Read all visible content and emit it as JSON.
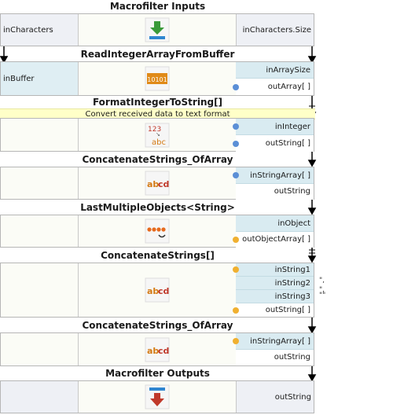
{
  "blocks": {
    "inputs": {
      "title": "Macrofilter Inputs",
      "left": "inCharacters",
      "right": "inCharacters.Size"
    },
    "read": {
      "title": "ReadIntegerArrayFromBuffer",
      "left": "inBuffer",
      "ports": [
        "inArraySize",
        "outArray[ ]"
      ]
    },
    "format": {
      "title": "FormatIntegerToString[]",
      "comment": "Convert received data to text format",
      "ports": [
        "inInteger",
        "outString[ ]"
      ]
    },
    "concat1": {
      "title": "ConcatenateStrings_OfArray",
      "ports": [
        "inStringArray[ ]",
        "outString"
      ]
    },
    "last": {
      "title": "LastMultipleObjects<String>",
      "ports": [
        "inObject",
        "outObjectArray[ ]"
      ]
    },
    "concat2": {
      "title": "ConcatenateStrings[]",
      "ports": [
        "inString1",
        "inString2",
        "inString3",
        "outString[ ]"
      ],
      "constants": [
        "\",",
        "\",",
        "\"\""
      ]
    },
    "concat3": {
      "title": "ConcatenateStrings_OfArray",
      "ports": [
        "inStringArray[ ]",
        "outString"
      ]
    },
    "outputs": {
      "title": "Macrofilter Outputs",
      "right": "outString"
    }
  },
  "colors": {
    "input_port": "#d9ebf1",
    "comment_bg": "#ffffc8",
    "connector": "#000000"
  }
}
